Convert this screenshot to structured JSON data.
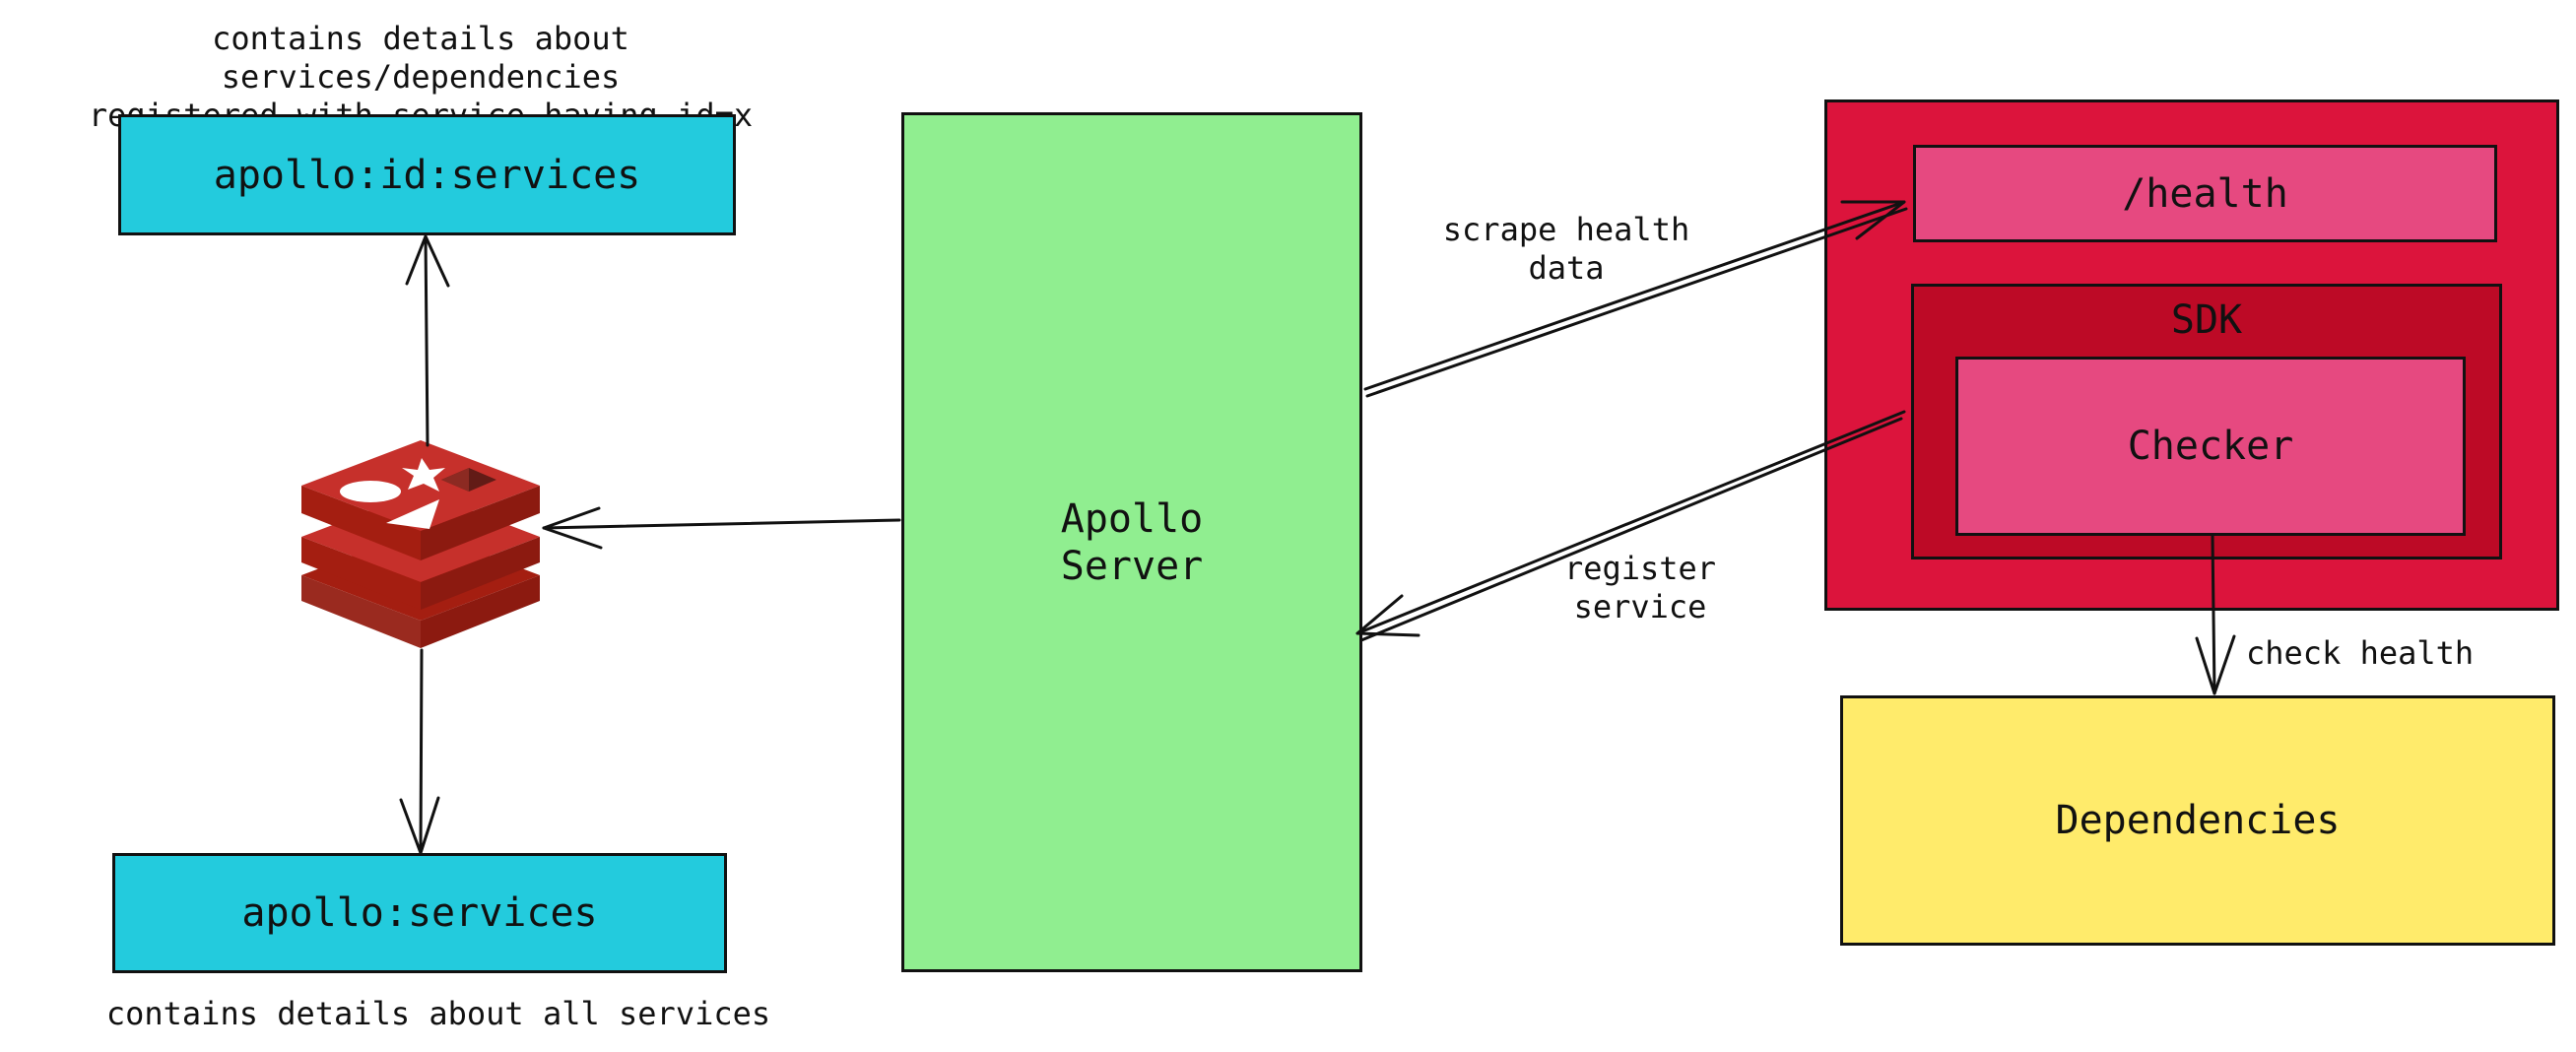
{
  "captions": {
    "services_by_id_note": "contains details about services/dependencies\nregistered with service having id=x",
    "all_services_note": "contains details about all services",
    "scrape_health": "scrape health\ndata",
    "register_service": "register\nservice",
    "check_health": "check health"
  },
  "boxes": {
    "apollo_id_services": "apollo:id:services",
    "apollo_services": "apollo:services",
    "apollo_server": "Apollo\nServer",
    "health_endpoint": "/health",
    "sdk": "SDK",
    "checker": "Checker",
    "dependencies": "Dependencies"
  },
  "icons": {
    "redis": "redis-logo-icon"
  },
  "colors": {
    "redis_store": "#23cbdd",
    "apollo_server": "#90ee90",
    "service_container": "#dc143c",
    "sdk": "#bd0a26",
    "endpoint": "#e64980",
    "dependencies": "#ffeb6b",
    "redis_logo": "#c6302b"
  }
}
